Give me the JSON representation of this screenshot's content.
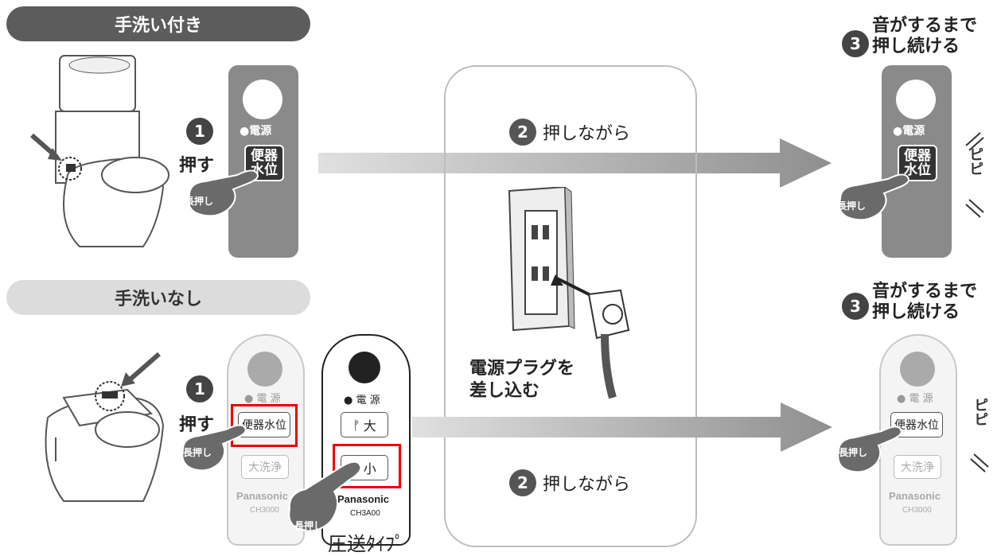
{
  "sections": {
    "top_title": "手洗い付き",
    "bottom_title": "手洗いなし"
  },
  "steps": {
    "step1_label": "押す",
    "step2_label": "押しながら",
    "step3_line1": "音がするまで",
    "step3_line2": "押し続ける",
    "num1": "1",
    "num2": "2",
    "num3": "3"
  },
  "panel": {
    "power": "●電源",
    "power_spaced": "● 電 源",
    "benki_line1": "便器",
    "benki_line2": "水位",
    "benki_inline": "便器水位",
    "daisenjo": "大洗浄",
    "brand": "Panasonic",
    "model_ch3000": "CH3000",
    "model_ch3a00": "CH3A00",
    "flush_large": "大",
    "flush_small": "小",
    "long_press": "長押し"
  },
  "center": {
    "plug_line1": "電源プラグを",
    "plug_line2": "差し込む"
  },
  "beep": "ピピ",
  "pressure_type": "圧送ﾀｲﾌﾟ",
  "colors": {
    "dark_panel": "#8a8a8a",
    "highlight": "#e00000"
  }
}
